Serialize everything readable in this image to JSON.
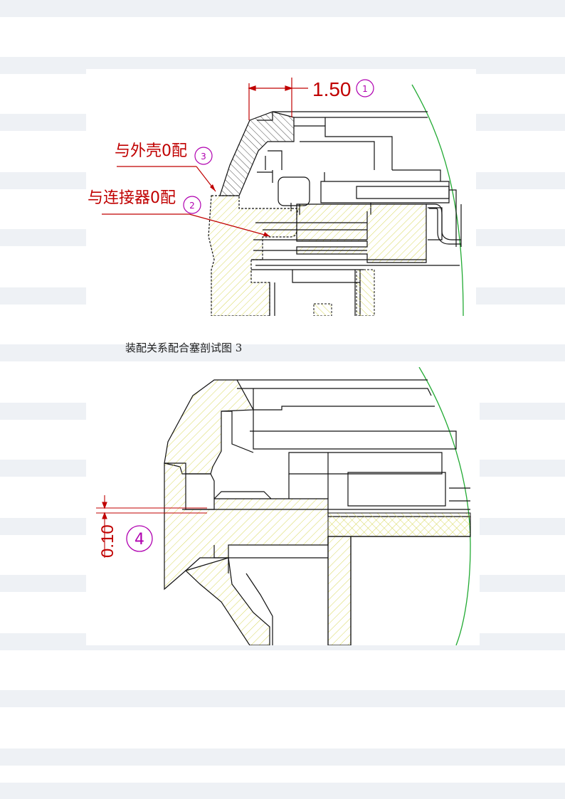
{
  "figure1": {
    "dimension": "1.50",
    "bubble_dim": "1",
    "label_shell": "与外壳0配",
    "bubble_shell": "3",
    "label_connector": "与连接器0配",
    "bubble_connector": "2"
  },
  "caption": "装配关系配合塞剖试图 3",
  "figure2": {
    "dimension": "0.10",
    "bubble": "4"
  },
  "colors": {
    "dimension_red": "#c00000",
    "bubble_magenta": "#b000b0",
    "hatch_yellow": "#d8d85a",
    "outline_green": "#22aa33"
  }
}
